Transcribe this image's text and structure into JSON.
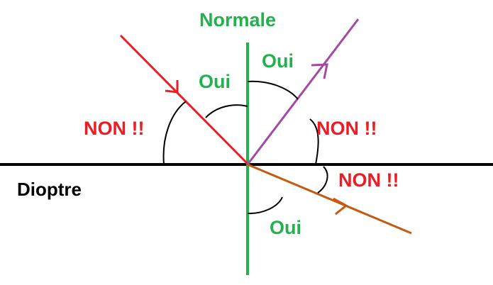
{
  "labels": {
    "normal": "Normale",
    "interface": "Dioptre",
    "yes_upper_left": "Oui",
    "yes_upper_right": "Oui",
    "yes_bottom": "Oui",
    "no_left": "NON !!",
    "no_right": "NON !!",
    "no_bottom_right": "NON !!"
  },
  "colors": {
    "normal": "#22b14c",
    "interface": "#000000",
    "incident_ray": "#ed1c24",
    "reflected_ray": "#a349a4",
    "refracted_ray": "#c55a11",
    "angle_arc": "#000000",
    "yes_text": "#22b14c",
    "no_text": "#ed1c24"
  }
}
